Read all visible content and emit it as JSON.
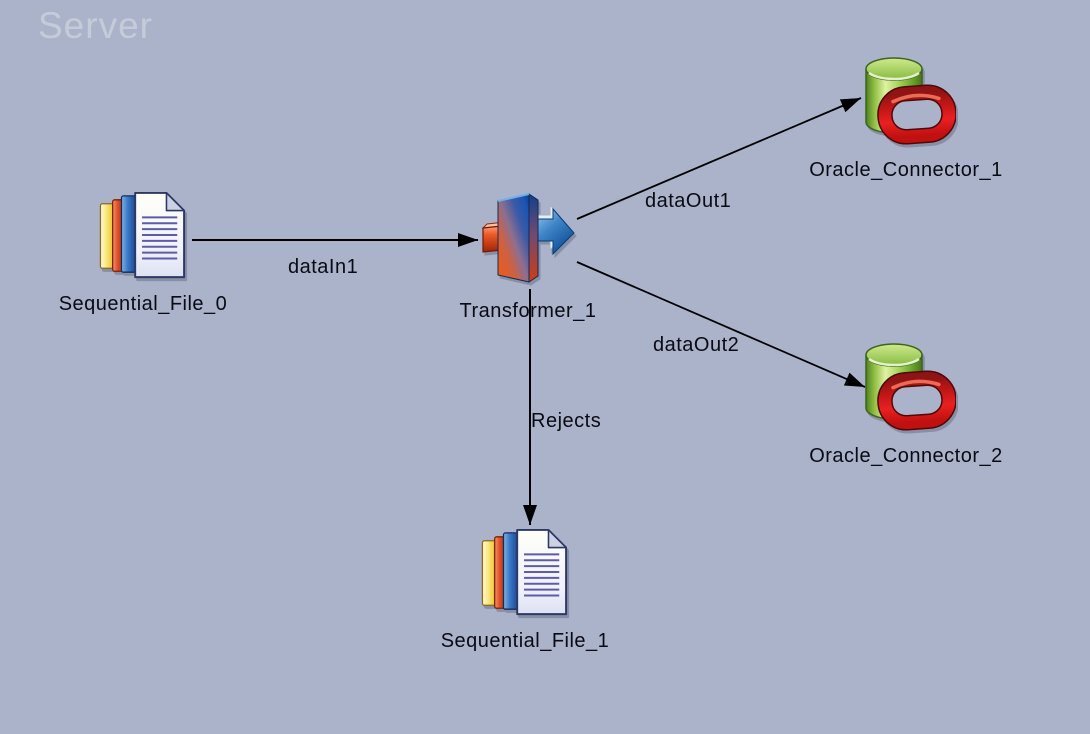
{
  "canvas": {
    "watermark": "Server",
    "background_color": "#abb3cb",
    "watermark_color": "#c6cbd8",
    "label_color": "#0a0a12",
    "link_color": "#000000"
  },
  "nodes": [
    {
      "id": "Sequential_File_0",
      "label": "Sequential_File_0",
      "icon": "sequential-file-icon"
    },
    {
      "id": "Transformer_1",
      "label": "Transformer_1",
      "icon": "transformer-icon"
    },
    {
      "id": "Oracle_Connector_1",
      "label": "Oracle_Connector_1",
      "icon": "oracle-connector-icon"
    },
    {
      "id": "Oracle_Connector_2",
      "label": "Oracle_Connector_2",
      "icon": "oracle-connector-icon"
    },
    {
      "id": "Sequential_File_1",
      "label": "Sequential_File_1",
      "icon": "sequential-file-icon"
    }
  ],
  "links": [
    {
      "label": "dataIn1",
      "from": "Sequential_File_0",
      "to": "Transformer_1"
    },
    {
      "label": "dataOut1",
      "from": "Transformer_1",
      "to": "Oracle_Connector_1"
    },
    {
      "label": "dataOut2",
      "from": "Transformer_1",
      "to": "Oracle_Connector_2"
    },
    {
      "label": "Rejects",
      "from": "Transformer_1",
      "to": "Sequential_File_1"
    }
  ]
}
